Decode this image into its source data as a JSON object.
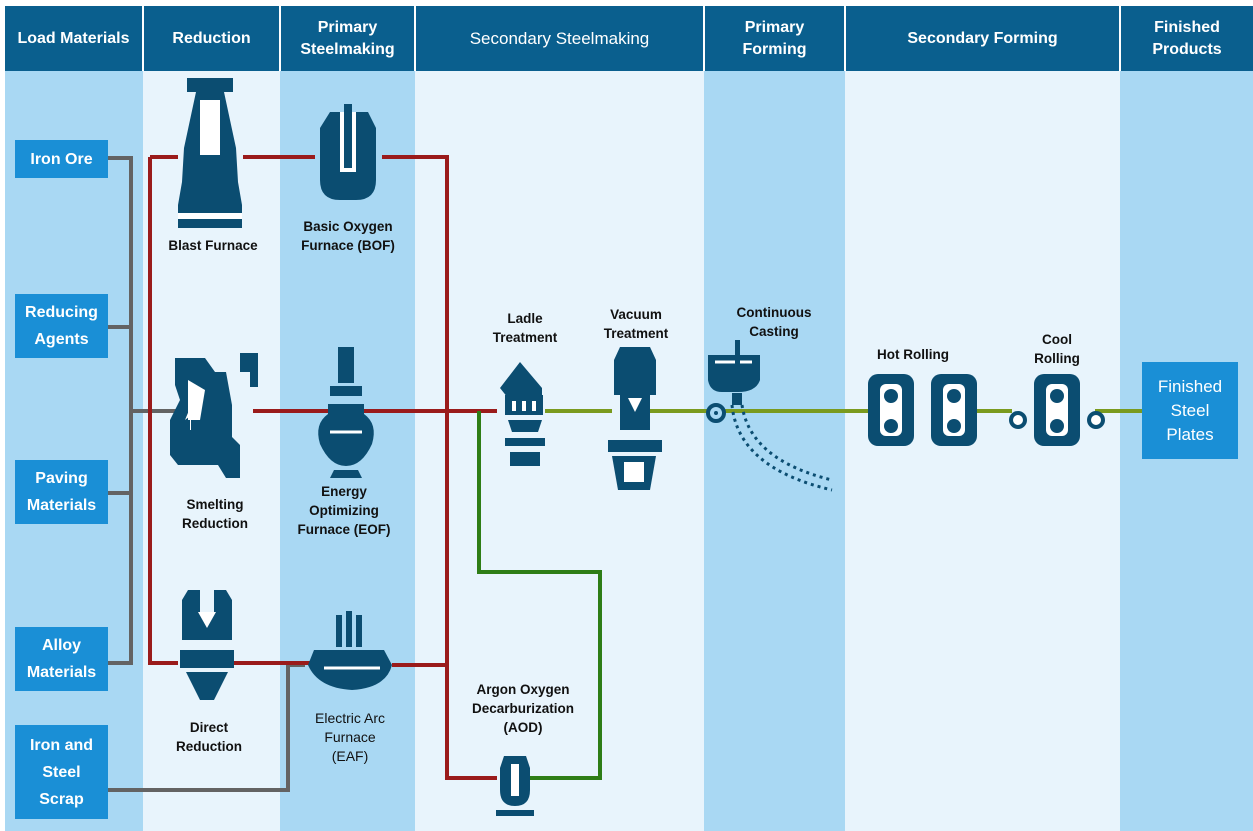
{
  "headers": {
    "load_materials": "Load Materials",
    "reduction": "Reduction",
    "primary_steelmaking": "Primary\nSteelmaking",
    "secondary_steelmaking": "Secondary Steelmaking",
    "primary_forming": "Primary\nForming",
    "secondary_forming": "Secondary Forming",
    "finished_products": "Finished\nProducts"
  },
  "inputs": {
    "iron_ore": "Iron Ore",
    "reducing_agents": "Reducing\nAgents",
    "paving_materials": "Paving\nMaterials",
    "alloy_materials": "Alloy\nMaterials",
    "scrap": "Iron and\nSteel\nScrap"
  },
  "processes": {
    "blast_furnace": "Blast Furnace",
    "smelting_reduction": "Smelting\nReduction",
    "direct_reduction": "Direct\nReduction",
    "bof": "Basic Oxygen\nFurnace (BOF)",
    "eof": "Energy\nOptimizing\nFurnace (EOF)",
    "eaf": "Electric Arc\nFurnace\n(EAF)",
    "ladle": "Ladle\nTreatment",
    "vacuum": "Vacuum\nTreatment",
    "aod": "Argon Oxygen\nDecarburization\n(AOD)",
    "casting": "Continuous\nCasting",
    "hot_rolling": "Hot Rolling",
    "cool_rolling": "Cool\nRolling"
  },
  "output": {
    "finished_plates": "Finished\nSteel\nPlates"
  },
  "colors": {
    "header_bg": "#0a5f8e",
    "box_bg": "#1a8fd6",
    "icon": "#0b4d71",
    "line_grey": "#636363",
    "line_red": "#9a1b1b",
    "line_green": "#2e7d16",
    "line_olive": "#7a9a1e"
  }
}
